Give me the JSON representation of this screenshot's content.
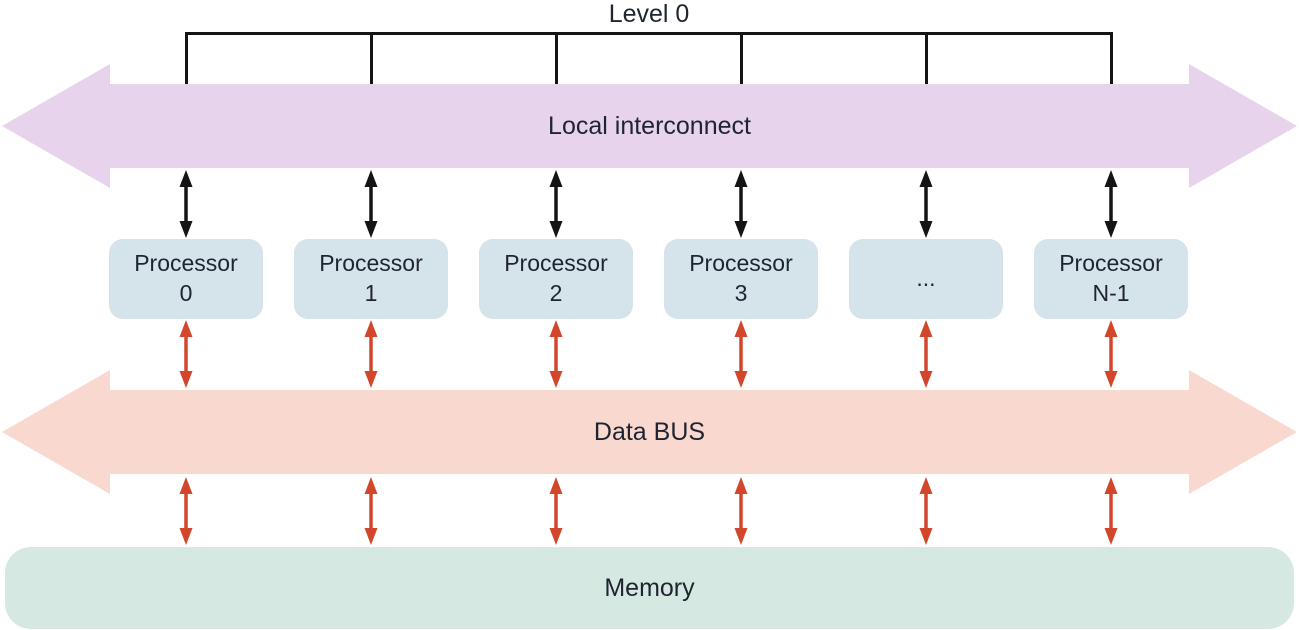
{
  "diagram": {
    "title": "Level 0",
    "interconnect": {
      "label": "Local interconnect"
    },
    "data_bus": {
      "label": "Data BUS"
    },
    "memory": {
      "label": "Memory"
    },
    "processors": [
      {
        "label": "Processor\n0"
      },
      {
        "label": "Processor\n1"
      },
      {
        "label": "Processor\n2"
      },
      {
        "label": "Processor\n3"
      },
      {
        "label": "..."
      },
      {
        "label": "Processor\nN-1"
      }
    ]
  },
  "colors": {
    "interconnect_fill": "#e7d3ec",
    "data_bus_fill": "#f8d8cf",
    "processor_fill": "#d5e3ea",
    "memory_fill": "#d6e8e2",
    "red_arrow": "#d2472c",
    "black_arrow": "#141414",
    "text": "#1e2430"
  }
}
